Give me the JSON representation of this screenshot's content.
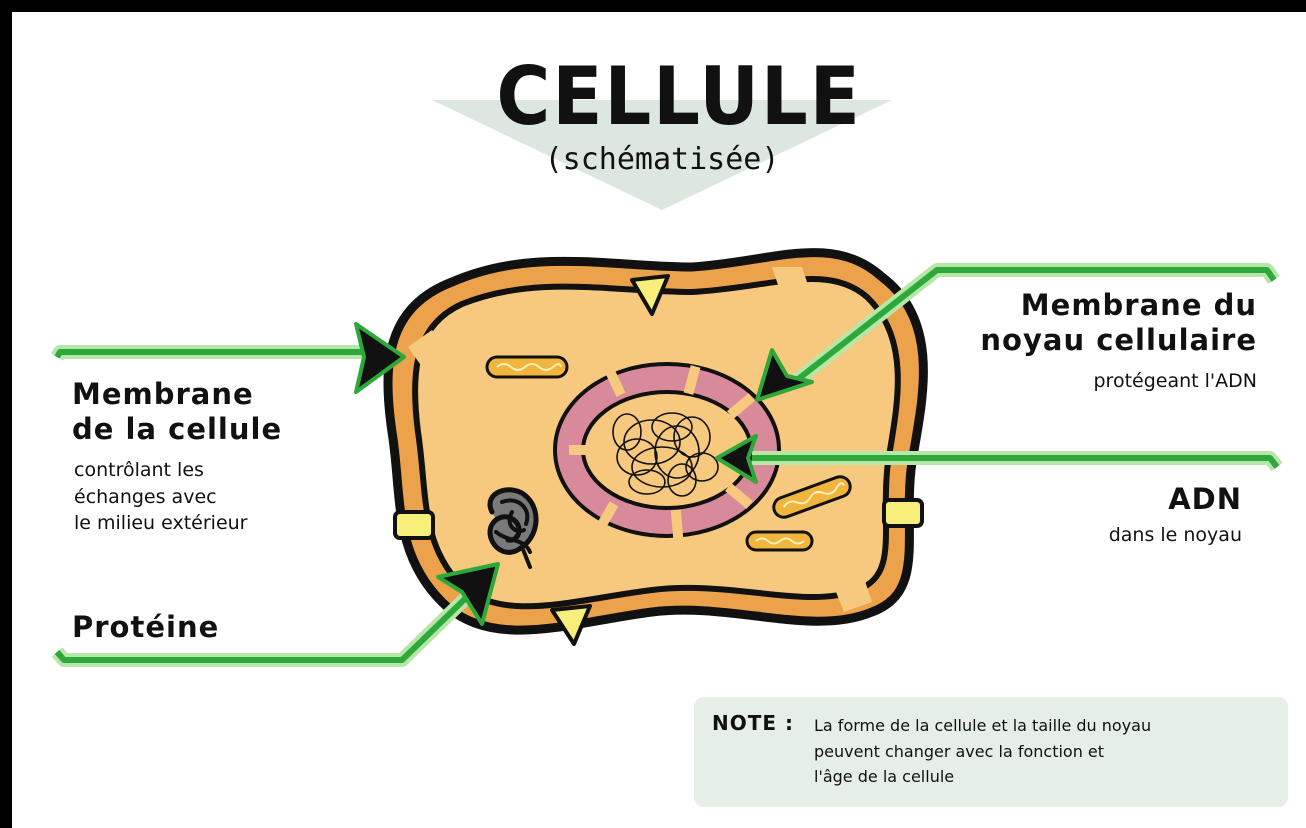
{
  "title": "CELLULE",
  "subtitle": "(schématisée)",
  "labels": {
    "cell_membrane": {
      "title_line1": "Membrane",
      "title_line2": "de la cellule",
      "desc_line1": "contrôlant les",
      "desc_line2": "échanges avec",
      "desc_line3": "le milieu extérieur"
    },
    "protein": {
      "title": "Protéine"
    },
    "nucleus_membrane": {
      "title_line1": "Membrane du",
      "title_line2": "noyau cellulaire",
      "desc": "protégeant l'ADN"
    },
    "dna": {
      "title": "ADN",
      "desc": "dans le noyau"
    }
  },
  "note": {
    "label": "NOTE :",
    "line1": "La forme de la cellule et la taille du noyau",
    "line2": "peuvent changer avec la fonction et",
    "line3": "l'âge de la cellule"
  },
  "colors": {
    "cytoplasm": "#f7c97e",
    "membrane": "#eca24b",
    "outline": "#111111",
    "nucleus_envelope": "#d98a9a",
    "arrow_green": "#2ea83a",
    "arrow_glow": "#b6e6a8",
    "channel": "#f6f07a",
    "mitochondria": "#f1b53e",
    "note_bg": "#e5efe8"
  }
}
